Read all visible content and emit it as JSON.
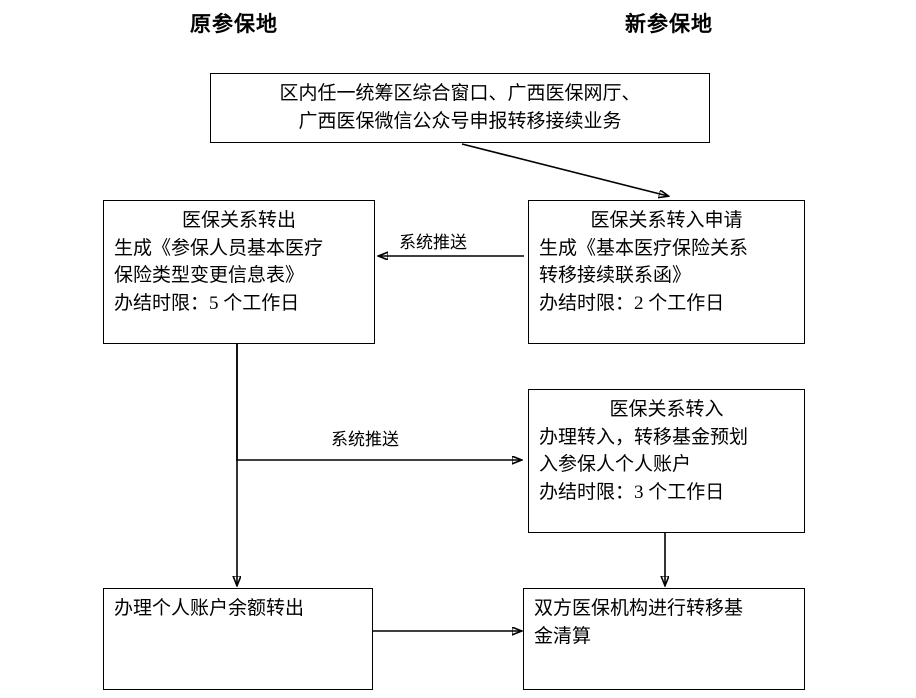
{
  "diagram": {
    "title_columns": [
      {
        "label": "原参保地"
      },
      {
        "label": "新参保地"
      }
    ],
    "nodes": [
      {
        "id": "apply",
        "lines": [
          "区内任一统筹区综合窗口、广西医保网厅、",
          "广西医保微信公众号申报转移接续业务"
        ]
      },
      {
        "id": "transfer-out",
        "lines": [
          "医保关系转出",
          "生成《参保人员基本医疗",
          "保险类型变更信息表》",
          "办结时限：5 个工作日"
        ]
      },
      {
        "id": "transfer-in-request",
        "lines": [
          "医保关系转入申请",
          "生成《基本医疗保险关系",
          "转移接续联系函》",
          "办结时限：2 个工作日"
        ]
      },
      {
        "id": "transfer-in",
        "lines": [
          "医保关系转入",
          "办理转入，转移基金预划",
          "入参保人个人账户",
          "办结时限：3 个工作日"
        ]
      },
      {
        "id": "account-balance-out",
        "lines": [
          "办理个人账户余额转出"
        ]
      },
      {
        "id": "fund-settlement",
        "lines": [
          "双方医保机构进行转移基",
          "金清算"
        ]
      }
    ],
    "edge_labels": [
      {
        "id": "push-1",
        "label": "系统推送"
      },
      {
        "id": "push-2",
        "label": "系统推送"
      }
    ],
    "colors": {
      "stroke": "#000000",
      "background": "#ffffff",
      "text": "#000000"
    }
  }
}
